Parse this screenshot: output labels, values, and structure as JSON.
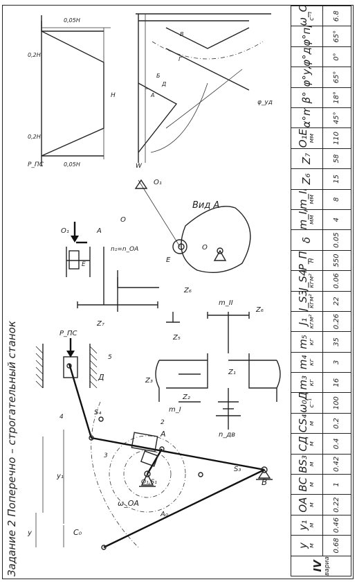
{
  "title": "Задание 2  Поперечно – строгательный станок",
  "table": {
    "headers": [
      {
        "s": "y",
        "u": "м"
      },
      {
        "s": "y₁",
        "u": "м"
      },
      {
        "s": "OA",
        "u": "м"
      },
      {
        "s": "BC",
        "u": "м"
      },
      {
        "s": "BS₃",
        "u": "м"
      },
      {
        "s": "CД",
        "u": "м"
      },
      {
        "s": "CS₄",
        "u": "м"
      },
      {
        "s": "ω₀Д",
        "u": "с⁻¹"
      },
      {
        "s": "m₃",
        "u": "кг"
      },
      {
        "s": "m₄",
        "u": "кг"
      },
      {
        "s": "m₅",
        "u": "кг"
      },
      {
        "s": "J₁",
        "u": "кгм²"
      },
      {
        "s": "J_S3",
        "u": "кгм²"
      },
      {
        "s": "J_S4",
        "u": "кгм²"
      },
      {
        "s": "P_ПС",
        "u": "Н"
      },
      {
        "s": "δ",
        "u": ""
      },
      {
        "s": "m_I/m_II=",
        "u": "мм"
      },
      {
        "s": "m_III",
        "u": "мм"
      },
      {
        "s": "Z₆",
        "u": ""
      },
      {
        "s": "Z₇",
        "u": ""
      },
      {
        "s": "O₁E",
        "u": "мм"
      },
      {
        "s": "α°min",
        "u": ""
      },
      {
        "s": "β°",
        "u": ""
      },
      {
        "s": "φ°уд",
        "u": ""
      },
      {
        "s": "φ°д",
        "u": ""
      },
      {
        "s": "φ°пр",
        "u": ""
      },
      {
        "s": "ω_OA",
        "u": "с⁻¹"
      }
    ],
    "variant": {
      "label": "IV",
      "sub": "вариант"
    },
    "values": [
      "0.68",
      "0.46",
      "0.22",
      "1",
      "0.42",
      "0.4",
      "0.2",
      "100",
      "16",
      "3",
      "35",
      "0.26",
      "22",
      "0.06",
      "550",
      "0.05",
      "4",
      "8",
      "15",
      "58",
      "110",
      "45°",
      "18°",
      "65°",
      "0°",
      "65°",
      "6.8"
    ]
  },
  "drawing": {
    "labels": {
      "C0": "C₀",
      "O1S1": "O₁,S₁",
      "A0": "A₀",
      "omegaOA": "ω_OA",
      "B": "B",
      "S3": "S₃",
      "S4": "S₄",
      "A": "A",
      "D": "Д",
      "num2": "2",
      "num3": "3",
      "num4": "4",
      "num5": "5",
      "Ppc": "P_ПС",
      "y": "y",
      "y1": "y₁",
      "Z1": "Z₁",
      "Z2": "Z₂",
      "Z3": "Z₃",
      "Z5": "Z₅",
      "Z6": "Z₆",
      "Z7": "Z₇",
      "m1": "m_I",
      "m2": "m_II",
      "nDv": "n_дв",
      "O1": "O₁",
      "E": "E",
      "O": "O",
      "Aview": "A",
      "n1": "n₁=n_OA",
      "vidA": "Вид A",
      "O1b": "O₁",
      "Eb": "E",
      "Ob": "O",
      "W": "W",
      "Ppc2": "P_ПС",
      "p005a": "0,05H",
      "p02a": "0,2H",
      "H": "H",
      "p02b": "0,2H",
      "p005b": "0,05H",
      "la": "A",
      "lb": "Б",
      "lv": "В",
      "lg": "Г",
      "ld": "Д",
      "phi": "φ_уд"
    }
  }
}
